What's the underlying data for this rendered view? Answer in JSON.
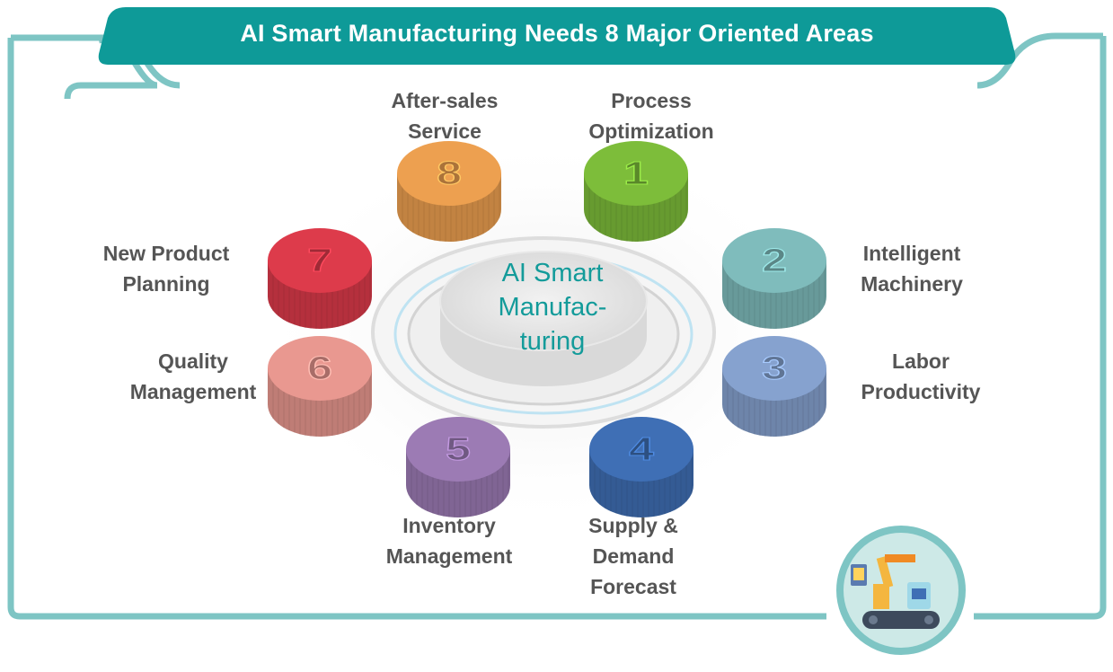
{
  "header": {
    "title": "AI Smart Manufacturing Needs 8 Major Oriented Areas"
  },
  "center": {
    "title": "AI Smart\nManufac-\nturing"
  },
  "colors": {
    "header": "#0e9a98",
    "frame": "#7ec5c4",
    "label_text": "#555555",
    "center_text": "#139b9a"
  },
  "areas": [
    {
      "number": "1",
      "label": "Process\nOptimization",
      "color": "#7dbd3a"
    },
    {
      "number": "2",
      "label": "Intelligent\nMachinery",
      "color": "#7fbcbc"
    },
    {
      "number": "3",
      "label": "Labor\nProductivity",
      "color": "#86a2cf"
    },
    {
      "number": "4",
      "label": "Supply &\nDemand\nForecast",
      "color": "#3f6fb5"
    },
    {
      "number": "5",
      "label": "Inventory\nManagement",
      "color": "#9c7bb4"
    },
    {
      "number": "6",
      "label": "Quality\nManagement",
      "color": "#e99890"
    },
    {
      "number": "7",
      "label": "New Product\nPlanning",
      "color": "#dd3b4b"
    },
    {
      "number": "8",
      "label": "After-sales\nService",
      "color": "#eda050"
    }
  ],
  "badge": {
    "icon": "robot-arm-conveyor-icon"
  }
}
